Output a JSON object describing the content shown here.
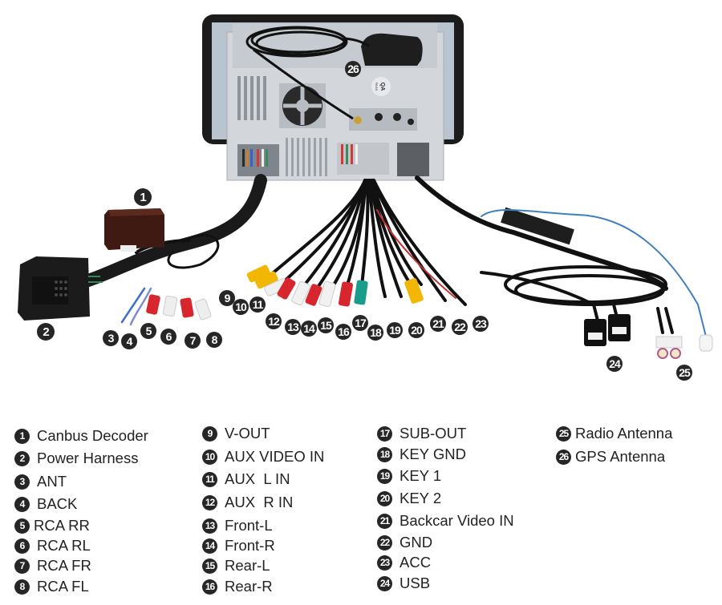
{
  "diagram": {
    "title": "Head unit wiring connection diagram",
    "unit_labels": {
      "qa_sticker_top": "QA",
      "qa_sticker_bottom": "PASS"
    },
    "colors": {
      "callout": "#262626",
      "cable": "#111111",
      "rca_red": "#d8262e",
      "rca_white": "#f1f1f1",
      "rca_yellow": "#f2b705",
      "rca_green": "#1a9c8c",
      "antenna_blue": "#3f7fbf",
      "decoder_box": "#4a1d14",
      "chassis": "#cfd3d8"
    }
  },
  "legend": [
    {
      "num": "1",
      "label": "Canbus Decoder"
    },
    {
      "num": "2",
      "label": "Power Harness"
    },
    {
      "num": "3",
      "label": "ANT"
    },
    {
      "num": "4",
      "label": "BACK"
    },
    {
      "num": "5",
      "label": "RCA RR"
    },
    {
      "num": "6",
      "label": "RCA RL"
    },
    {
      "num": "7",
      "label": "RCA FR"
    },
    {
      "num": "8",
      "label": "RCA FL"
    },
    {
      "num": "9",
      "label": "V-OUT"
    },
    {
      "num": "10",
      "label": "AUX VIDEO IN"
    },
    {
      "num": "11",
      "label": "AUX  L IN"
    },
    {
      "num": "12",
      "label": "AUX  R IN"
    },
    {
      "num": "13",
      "label": "Front-L"
    },
    {
      "num": "14",
      "label": "Front-R"
    },
    {
      "num": "15",
      "label": "Rear-L"
    },
    {
      "num": "16",
      "label": "Rear-R"
    },
    {
      "num": "17",
      "label": "SUB-OUT"
    },
    {
      "num": "18",
      "label": "KEY GND"
    },
    {
      "num": "19",
      "label": "KEY 1"
    },
    {
      "num": "20",
      "label": "KEY 2"
    },
    {
      "num": "21",
      "label": "Backcar Video IN"
    },
    {
      "num": "22",
      "label": "GND"
    },
    {
      "num": "23",
      "label": "ACC"
    },
    {
      "num": "24",
      "label": "USB"
    },
    {
      "num": "25",
      "label": "Radio Antenna"
    },
    {
      "num": "26",
      "label": "GPS Antenna"
    }
  ]
}
